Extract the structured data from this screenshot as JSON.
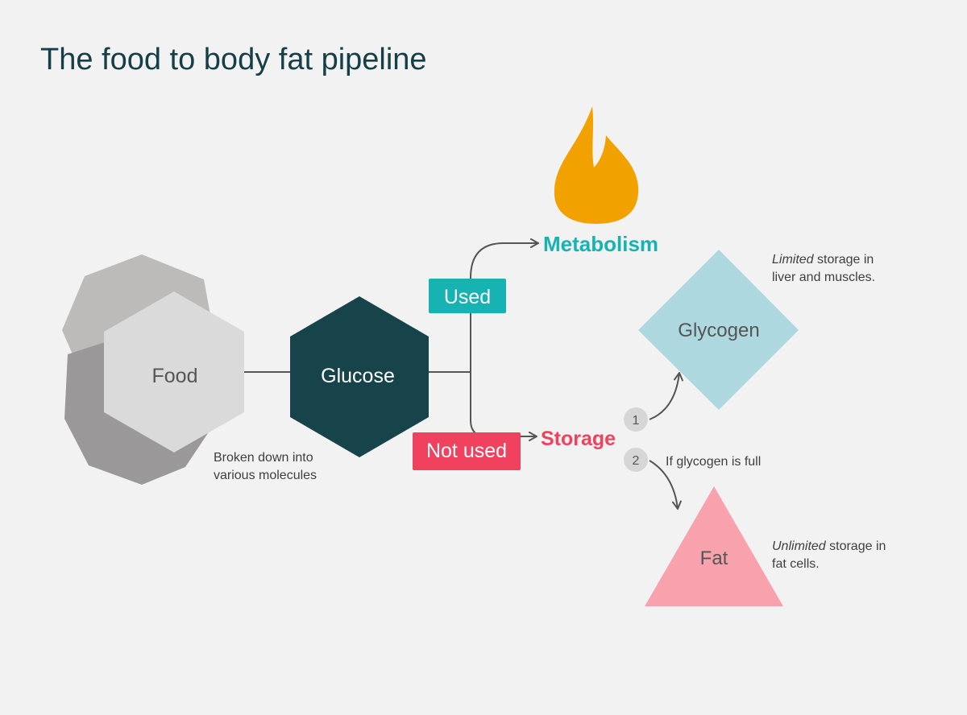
{
  "title": "The food to body fat pipeline",
  "nodes": {
    "food": "Food",
    "glucose": "Glucose",
    "metabolism": "Metabolism",
    "storage": "Storage",
    "glycogen": "Glycogen",
    "fat": "Fat"
  },
  "labels": {
    "used": "Used",
    "not_used": "Not used"
  },
  "steps": {
    "one": "1",
    "two": "2"
  },
  "notes": {
    "food_note_line1": "Broken down into",
    "food_note_line2": "various molecules",
    "if_glycogen_full": "If glycogen is full",
    "glycogen_em": "Limited",
    "glycogen_rest_line1": " storage in",
    "glycogen_line2": "liver and muscles.",
    "fat_em": "Unlimited",
    "fat_rest_line1": " storage in",
    "fat_line2": "fat cells."
  },
  "colors": {
    "background": "#f2f2f2",
    "title": "#163e47",
    "food_back_light": "#bdbbba",
    "food_back_dark": "#9a9898",
    "food_front": "#dadada",
    "glucose": "#17444b",
    "used": "#17b3b3",
    "not_used": "#f0425f",
    "metabolism": "#17b3b3",
    "storage": "#f0425f",
    "flame": "#f2a200",
    "glycogen": "#add8df",
    "fat": "#f8a2ad",
    "step_badge": "#d6d6d6",
    "line": "#555555"
  },
  "icons": {
    "metabolism": "flame-icon"
  }
}
